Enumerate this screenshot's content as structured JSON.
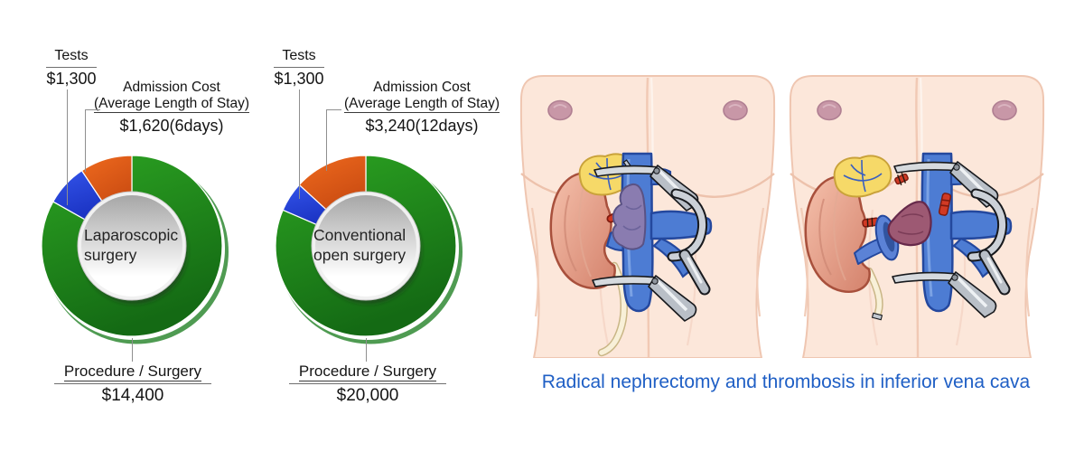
{
  "page": {
    "background": "#ffffff",
    "caption": {
      "text": "Radical nephrectomy and thrombosis in inferior vena cava",
      "color": "#1f5fc5"
    }
  },
  "charts": [
    {
      "center": {
        "line1": "Laparoscopic",
        "line2": "surgery"
      },
      "tests": {
        "title": "Tests",
        "value": "$1,300"
      },
      "admission": {
        "title": "Admission Cost",
        "subtitle": "(Average Length of Stay)",
        "value": "$1,620(6days)"
      },
      "procedure": {
        "title": "Procedure / Surgery",
        "value": "$14,400"
      }
    },
    {
      "center": {
        "line1": "Conventional",
        "line2": "open surgery"
      },
      "tests": {
        "title": "Tests",
        "value": "$1,300"
      },
      "admission": {
        "title": "Admission Cost",
        "subtitle": "(Average Length of Stay)",
        "value": "$3,240(12days)"
      },
      "procedure": {
        "title": "Procedure / Surgery",
        "value": "$20,000"
      }
    }
  ],
  "chart_data": [
    {
      "type": "pie",
      "subtype": "donut",
      "title": "Laparoscopic surgery",
      "categories": [
        "Procedure / Surgery",
        "Tests",
        "Admission Cost (Average Length of Stay)"
      ],
      "values": [
        14400,
        1300,
        1620
      ],
      "value_labels": [
        "$14,400",
        "$1,300",
        "$1,620(6days)"
      ],
      "currency": "USD",
      "length_of_stay_days": 6,
      "colors": [
        "#1e8c1b",
        "#1c36cf",
        "#d9571a"
      ],
      "start": "top",
      "direction": "clockwise",
      "legend": "callout-labels"
    },
    {
      "type": "pie",
      "subtype": "donut",
      "title": "Conventional open surgery",
      "categories": [
        "Procedure / Surgery",
        "Tests",
        "Admission Cost (Average Length of Stay)"
      ],
      "values": [
        20000,
        1300,
        3240
      ],
      "value_labels": [
        "$20,000",
        "$1,300",
        "$3,240(12days)"
      ],
      "currency": "USD",
      "length_of_stay_days": 12,
      "colors": [
        "#1e8c1b",
        "#1c36cf",
        "#d9571a"
      ],
      "start": "top",
      "direction": "clockwise",
      "legend": "callout-labels"
    }
  ],
  "slice_styles": {
    "slices": [
      [
        "#2ca322",
        "#146a14"
      ],
      [
        "#3354ea",
        "#0f23b0"
      ],
      [
        "#ef6a1e",
        "#bc400d"
      ]
    ],
    "center": [
      "#a6a6a6",
      "#ffffff"
    ],
    "rim": "#4f9b52"
  }
}
